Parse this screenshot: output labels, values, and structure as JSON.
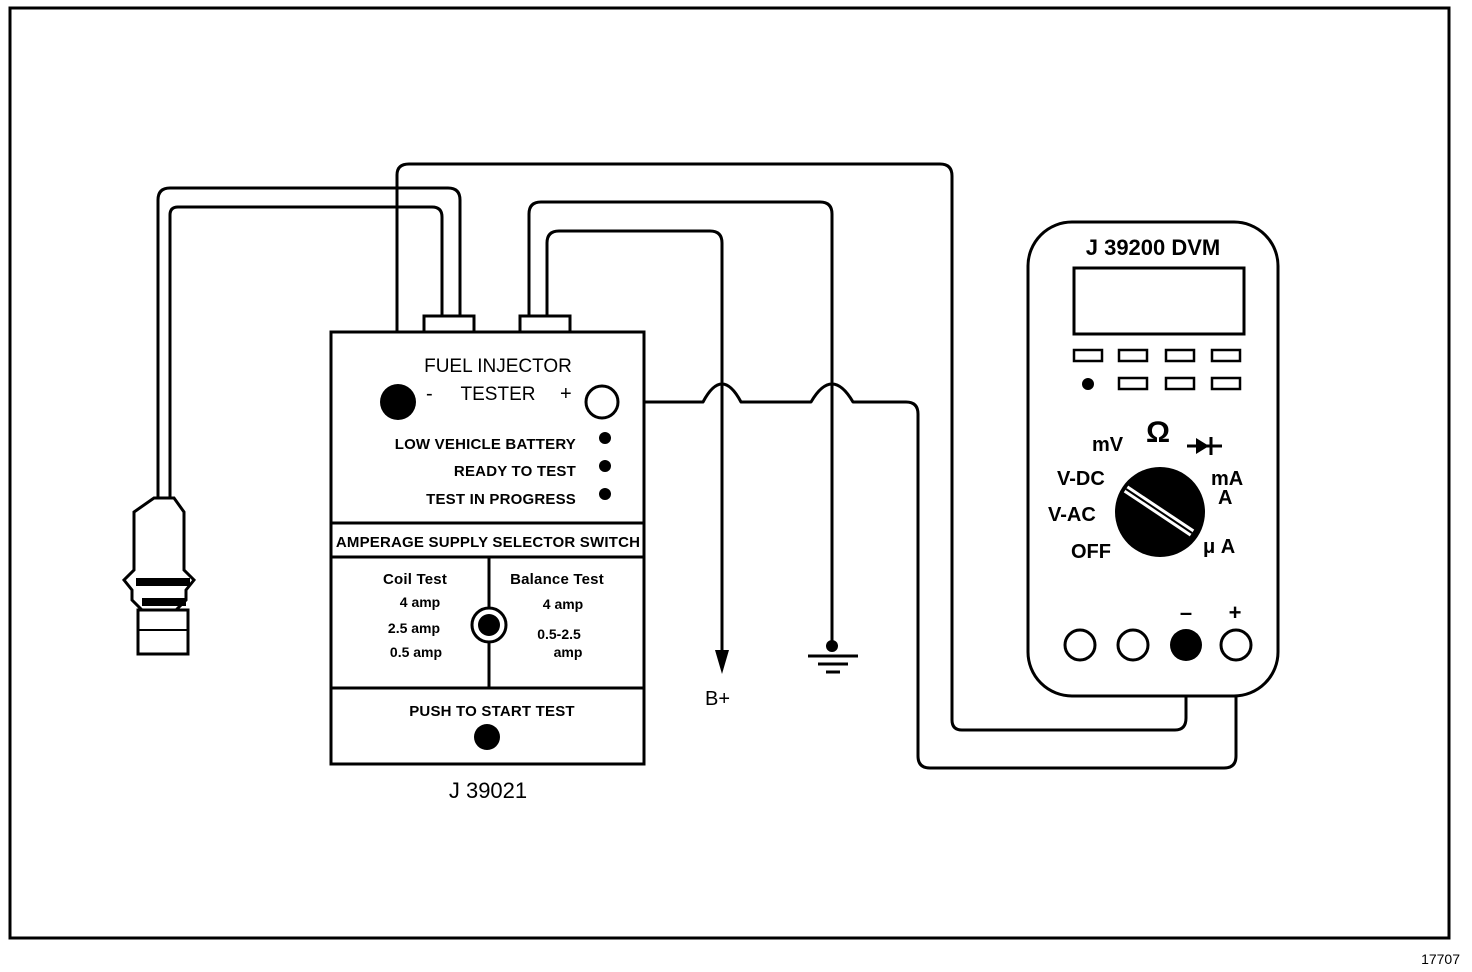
{
  "figure_number": "17707",
  "tester": {
    "title_line1": "FUEL INJECTOR",
    "title_line2": "TESTER",
    "neg_sign": "-",
    "pos_sign": "+",
    "indicators": [
      "LOW VEHICLE BATTERY",
      "READY TO TEST",
      "TEST IN PROGRESS"
    ],
    "selector_header": "AMPERAGE SUPPLY SELECTOR SWITCH",
    "coil_test": {
      "title": "Coil Test",
      "options": [
        "4 amp",
        "2.5 amp",
        "0.5 amp"
      ]
    },
    "balance_test": {
      "title": "Balance Test",
      "options": [
        "4 amp",
        "0.5-2.5",
        "amp"
      ]
    },
    "push_label": "PUSH TO START TEST",
    "model": "J 39021"
  },
  "battery_label": "B+",
  "dvm": {
    "model": "J 39200 DVM",
    "dial_labels": {
      "mv": "mV",
      "ohm": "Ω",
      "vdc": "V-DC",
      "vac": "V-AC",
      "off": "OFF",
      "ma": "mA",
      "a": "A",
      "ua": "μ A"
    },
    "neg_sign": "–",
    "pos_sign": "+"
  }
}
